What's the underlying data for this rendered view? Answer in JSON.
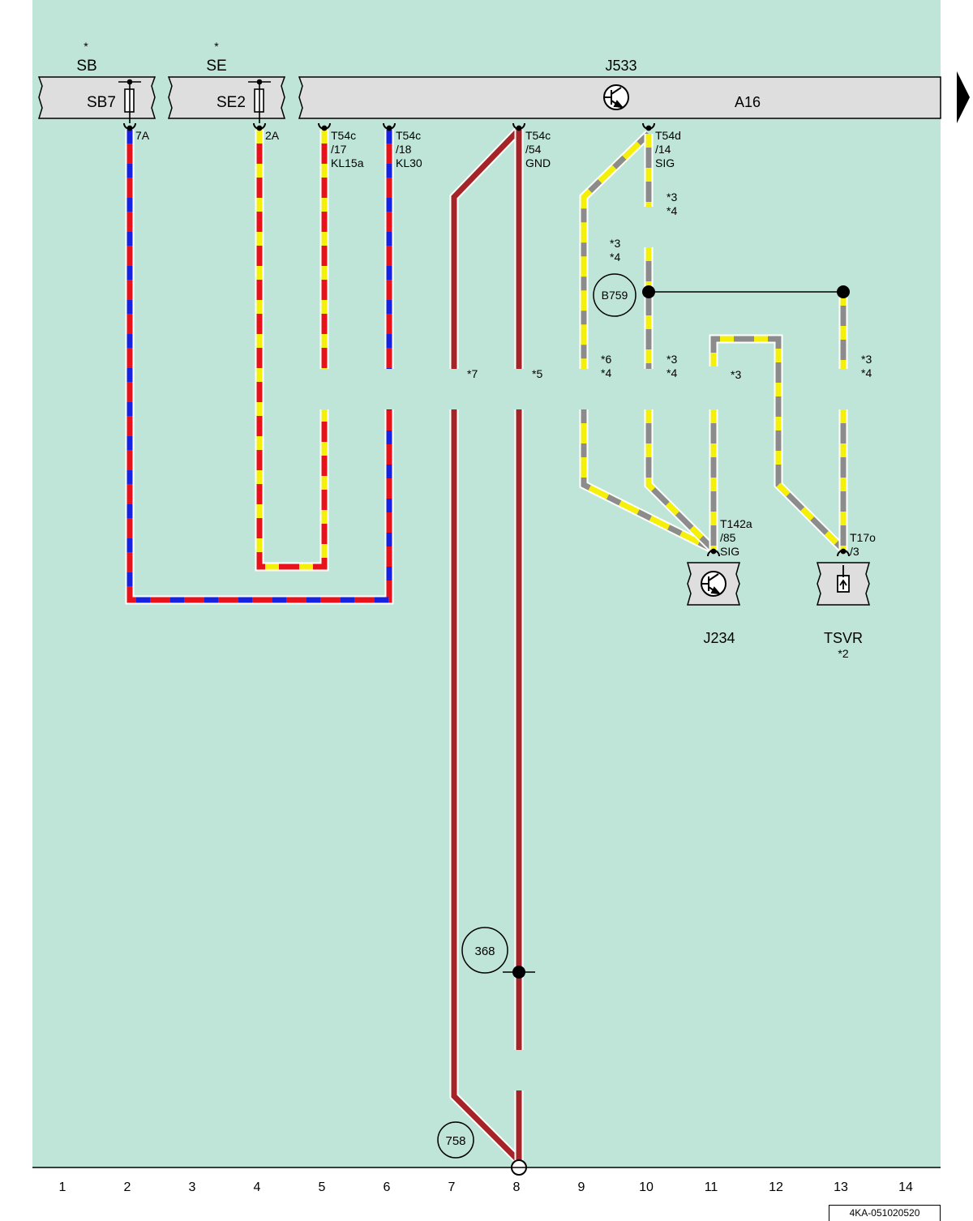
{
  "components": {
    "sb_ref": "SB",
    "sb_ref_note": "*",
    "sb_fuse": "SB7",
    "sb_fuse_rating": "7A",
    "se_ref": "SE",
    "se_ref_note": "*",
    "se_fuse": "SE2",
    "se_fuse_rating": "2A",
    "control_unit": "J533",
    "control_unit_location": "A16",
    "module_j234": "J234",
    "tsvr": "TSVR",
    "tsvr_note": "*2"
  },
  "pins": {
    "t54c_17": [
      "T54c",
      "/17",
      "KL15a"
    ],
    "t54c_18": [
      "T54c",
      "/18",
      "KL30"
    ],
    "t54c_54": [
      "T54c",
      "/54",
      "GND"
    ],
    "t54d_14": [
      "T54d",
      "/14",
      "SIG"
    ],
    "t142a_85": [
      "T142a",
      "/85",
      "SIG"
    ],
    "t17o_3": [
      "T17o",
      "/3"
    ]
  },
  "notes": {
    "n7": "*7",
    "n5": "*5",
    "n9_top": [
      "*3",
      "*4"
    ],
    "n10_top": [
      "*3",
      "*4"
    ],
    "n9_bot": [
      "*6",
      "*4"
    ],
    "n10_bot": [
      "*3",
      "*4"
    ],
    "n11": "*3",
    "n13": [
      "*3",
      "*4"
    ]
  },
  "connections": {
    "b759": "B759",
    "c368": "368",
    "c758": "758"
  },
  "columns": [
    "1",
    "2",
    "3",
    "4",
    "5",
    "6",
    "7",
    "8",
    "9",
    "10",
    "11",
    "12",
    "13",
    "14"
  ],
  "doc_id": "4KA-051020520",
  "colors": {
    "background": "#bfe5d8",
    "box_fill": "#dedede",
    "red": "#e8121b",
    "blue": "#1522e0",
    "yellow": "#f5f00a",
    "brown": "#a52428",
    "gray": "#8c8c8c"
  }
}
